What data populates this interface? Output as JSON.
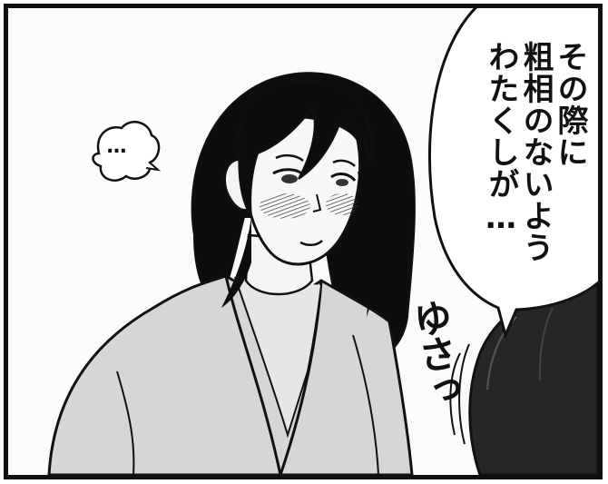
{
  "speech_bubble": {
    "line1": "その際に",
    "line2": "粗相のないよう",
    "line3": "わたくしが…"
  },
  "thought_bubble": {
    "text": "…"
  },
  "sound_effect": {
    "text": "ゆさっ"
  },
  "colors": {
    "ink": "#111111",
    "paper": "#fbfbfb",
    "screentone_light": "#d6d6d6",
    "screentone_dark": "#2a2a2a",
    "blush": "#9a9a9a"
  }
}
